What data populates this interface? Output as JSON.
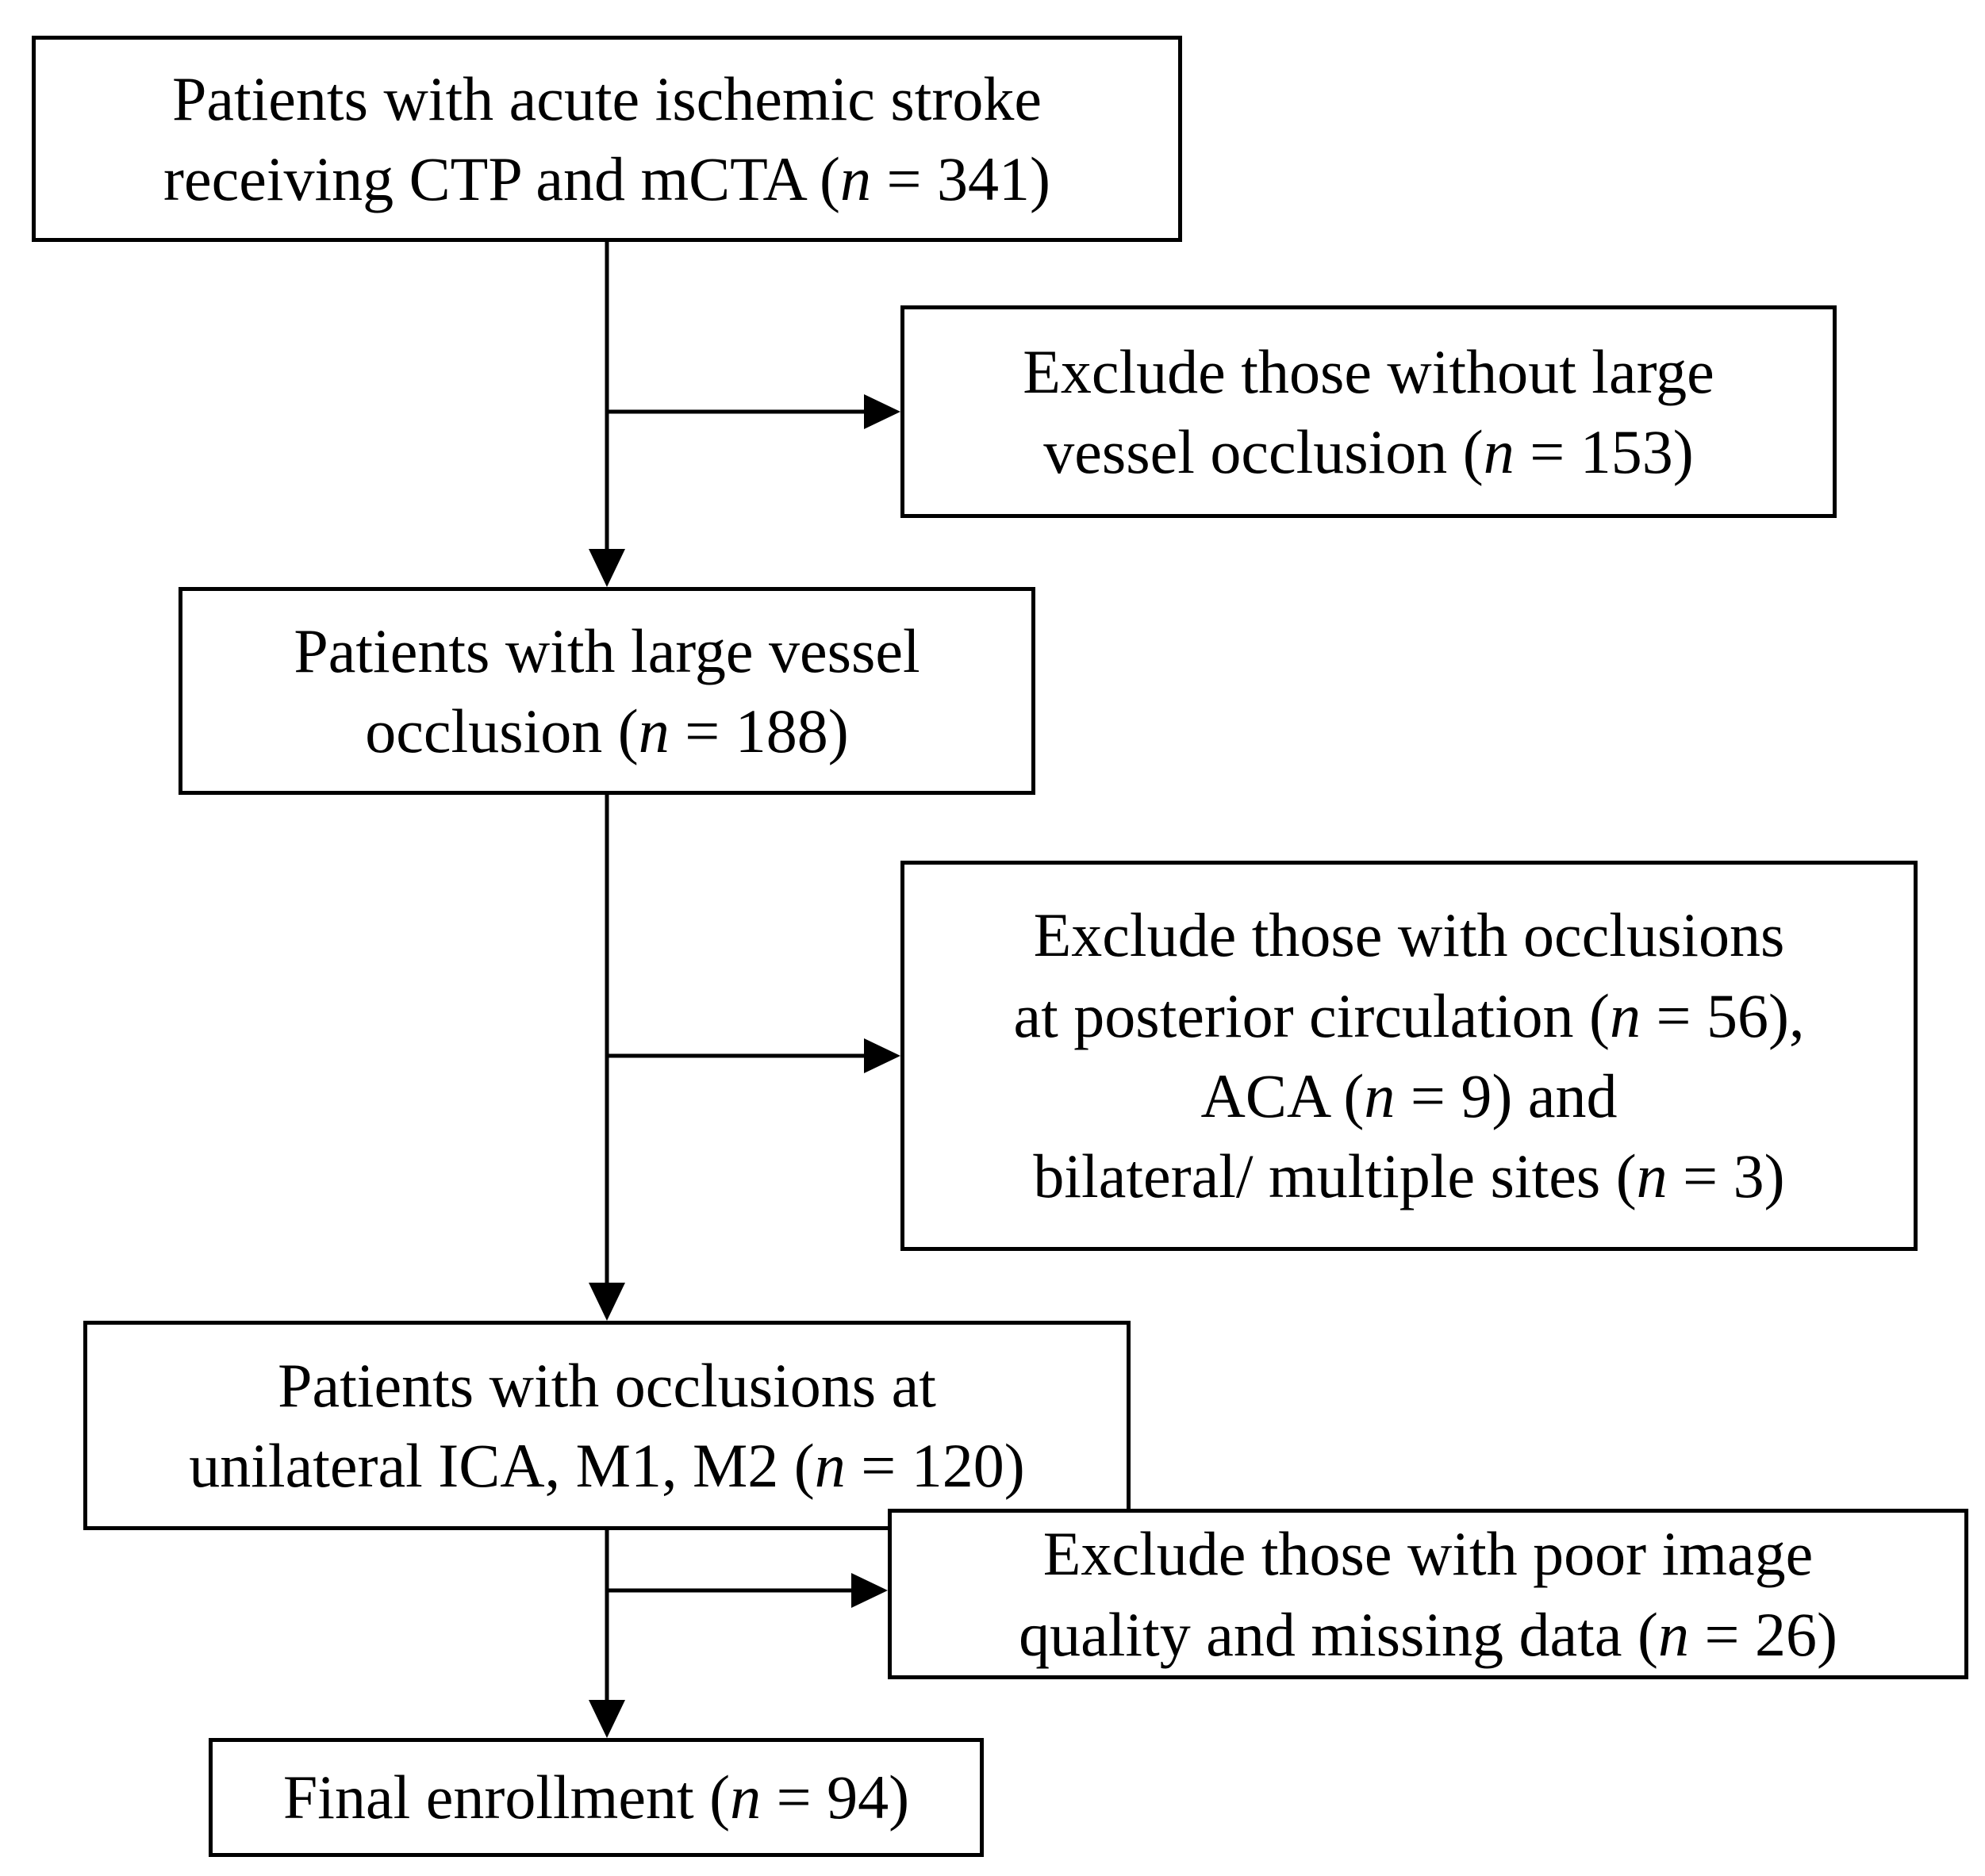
{
  "colors": {
    "background": "#ffffff",
    "box_fill": "#ffffff",
    "box_border": "#000000",
    "text": "#000000",
    "connector": "#000000"
  },
  "nodes": [
    {
      "id": "patients-acute-stroke",
      "n": 341,
      "text": "Patients with acute ischemic stroke receiving CTP and mCTA (n = 341)",
      "lines": [
        [
          {
            "t": "Patients with acute ischemic stroke"
          }
        ],
        [
          {
            "t": "receiving CTP and mCTA ("
          },
          {
            "t": "n",
            "italic": true
          },
          {
            "t": " = 341)"
          }
        ]
      ]
    },
    {
      "id": "exclude-no-large-vessel-occlusion",
      "n": 153,
      "text": "Exclude those without large vessel occlusion (n = 153)",
      "lines": [
        [
          {
            "t": "Exclude those without large"
          }
        ],
        [
          {
            "t": "vessel occlusion ("
          },
          {
            "t": "n",
            "italic": true
          },
          {
            "t": " = 153)"
          }
        ]
      ]
    },
    {
      "id": "patients-large-vessel-occlusion",
      "n": 188,
      "text": "Patients with large vessel occlusion (n = 188)",
      "lines": [
        [
          {
            "t": "Patients with large vessel"
          }
        ],
        [
          {
            "t": "occlusion ("
          },
          {
            "t": "n",
            "italic": true
          },
          {
            "t": " = 188)"
          }
        ]
      ]
    },
    {
      "id": "exclude-posterior-aca-bilateral",
      "n_values": [
        56,
        9,
        3
      ],
      "text": "Exclude those with occlusions at posterior circulation (n = 56), ACA (n = 9) and bilateral/ multiple sites (n = 3)",
      "lines": [
        [
          {
            "t": "Exclude those with occlusions"
          }
        ],
        [
          {
            "t": "at posterior circulation ("
          },
          {
            "t": "n",
            "italic": true
          },
          {
            "t": " = 56),"
          }
        ],
        [
          {
            "t": "ACA ("
          },
          {
            "t": "n",
            "italic": true
          },
          {
            "t": " = 9) and"
          }
        ],
        [
          {
            "t": "bilateral/ multiple sites ("
          },
          {
            "t": "n",
            "italic": true
          },
          {
            "t": " = 3)"
          }
        ]
      ]
    },
    {
      "id": "patients-unilateral-ica-m1-m2",
      "n": 120,
      "text": "Patients with occlusions at unilateral ICA, M1, M2 (n = 120)",
      "lines": [
        [
          {
            "t": "Patients with occlusions at"
          }
        ],
        [
          {
            "t": "unilateral ICA, M1, M2 ("
          },
          {
            "t": "n",
            "italic": true
          },
          {
            "t": " = 120)"
          }
        ]
      ]
    },
    {
      "id": "exclude-poor-image-missing-data",
      "n": 26,
      "text": "Exclude those with poor image quality and missing data (n = 26)",
      "lines": [
        [
          {
            "t": "Exclude those with poor image"
          }
        ],
        [
          {
            "t": "quality and missing data ("
          },
          {
            "t": "n",
            "italic": true
          },
          {
            "t": " = 26)"
          }
        ]
      ]
    },
    {
      "id": "final-enrollment",
      "n": 94,
      "text": "Final enrollment (n = 94)",
      "lines": [
        [
          {
            "t": "Final enrollment ("
          },
          {
            "t": "n",
            "italic": true
          },
          {
            "t": " = 94)"
          }
        ]
      ]
    }
  ]
}
